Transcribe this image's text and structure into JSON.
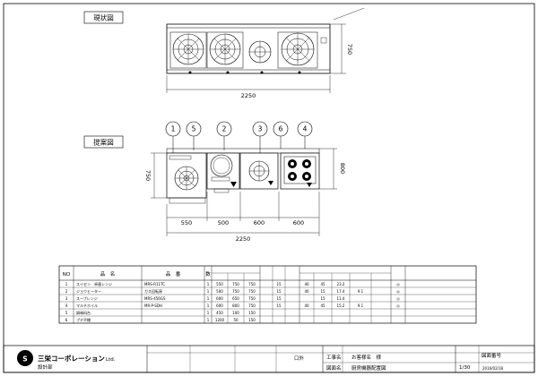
{
  "sections": {
    "current_title": "現状図",
    "proposal_title": "提案図"
  },
  "current": {
    "width_dim": "2250",
    "depth_dim": "750"
  },
  "proposal": {
    "callouts": [
      "1",
      "5",
      "2",
      "3",
      "6",
      "4"
    ],
    "depth_left": "750",
    "depth_right": "800",
    "widths": [
      "550",
      "500",
      "600",
      "600"
    ],
    "total": "2250"
  },
  "table": {
    "headers": {
      "no": "NO",
      "name": "品　名",
      "model": "品　番",
      "qty": "数"
    },
    "rows": [
      {
        "no": "1",
        "name": "スイセン　卓連レンジ",
        "model": "MRS-R11TC",
        "qty": "1",
        "w": "550",
        "d": "750",
        "h": "750",
        "g1": "15",
        "g2": "40",
        "g3": "45",
        "kw": "23.2",
        "note": "◎"
      },
      {
        "no": "2",
        "name": "ジョウヒーター",
        "model": "ガス回転窯",
        "qty": "1",
        "w": "500",
        "d": "750",
        "h": "750",
        "g1": "15",
        "g2": "40",
        "g3": "15",
        "kw": "17.4",
        "x": "9.1",
        "note": "◎"
      },
      {
        "no": "3",
        "name": "スープレンジ",
        "model": "MRS-456GS",
        "qty": "1",
        "w": "600",
        "d": "650",
        "h": "750",
        "g1": "15",
        "g2": "",
        "g3": "15",
        "kw": "11.4",
        "note": "◎"
      },
      {
        "no": "4",
        "name": "マルチホイル",
        "model": "MR-P-SDH",
        "qty": "1",
        "w": "600",
        "d": "800",
        "h": "750",
        "g1": "15",
        "g2": "40",
        "g3": "45",
        "kw": "15.2",
        "x": "9.1",
        "note": "◎"
      },
      {
        "no": "5",
        "name": "調味料台",
        "model": "",
        "qty": "1",
        "w": "450",
        "d": "100",
        "h": "150",
        "g1": "",
        "g2": "",
        "g3": "",
        "kw": "",
        "note": ""
      },
      {
        "no": "6",
        "name": "プチ平棚",
        "model": "",
        "qty": "1",
        "w": "1200",
        "d": "50",
        "h": "150",
        "g1": "",
        "g2": "",
        "g3": "",
        "kw": "",
        "note": ""
      }
    ]
  },
  "title_block": {
    "company": "三栄コーポレーション",
    "company_suffix": "Ltd.",
    "dept": "設計部",
    "project_label": "工事名",
    "project": "お客様名　様",
    "drawing_label": "図面名",
    "drawing": "厨房機器配置図",
    "scale_label": "1/30",
    "sheet_label": "図面番号",
    "date": "2016/02/18",
    "misc": "口外"
  }
}
